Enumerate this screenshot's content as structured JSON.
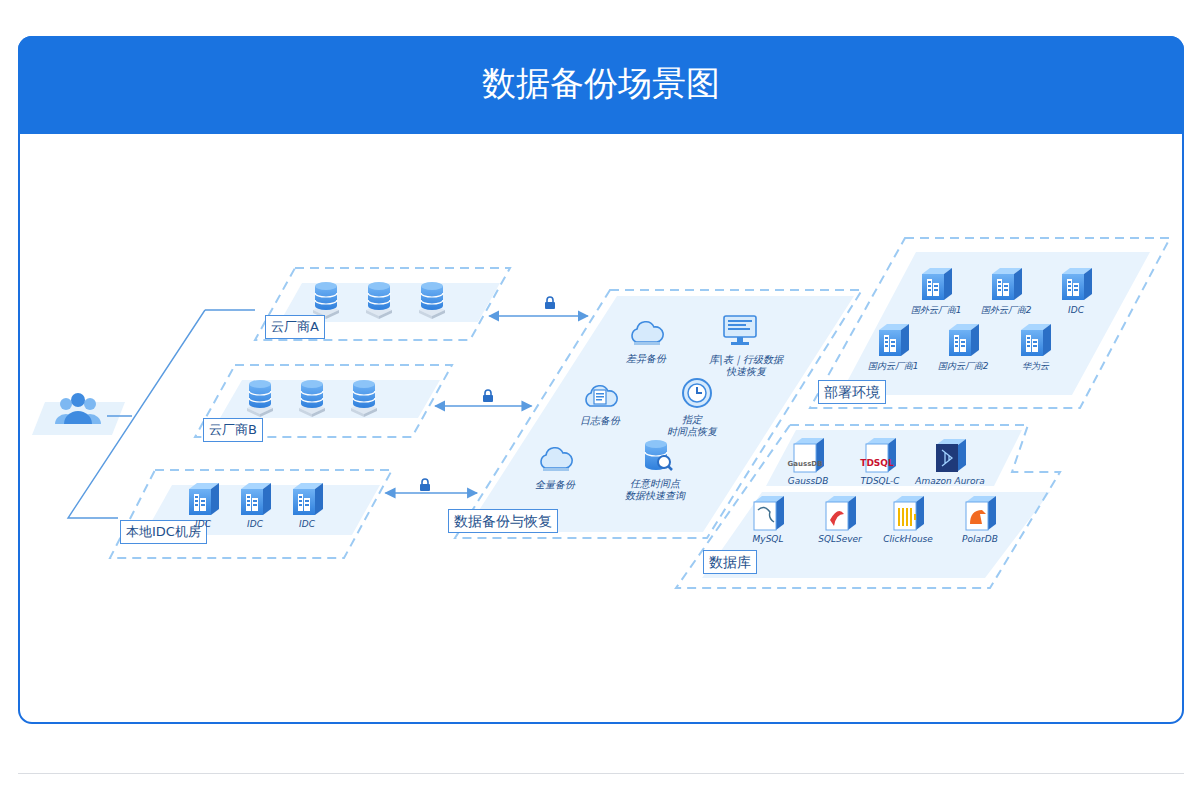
{
  "diagram": {
    "title": "数据备份场景图",
    "nodes": [
      {
        "text": [
          "云厂商A"
        ]
      },
      {
        "text": [
          "云厂商B"
        ]
      },
      {
        "text": [
          "本地IDC机房"
        ]
      },
      {
        "text": [
          "IDC"
        ],
        "in": 2
      },
      {
        "text": [
          "IDC"
        ],
        "in": 2
      },
      {
        "text": [
          "IDC"
        ],
        "in": 2
      },
      {
        "text": [
          "数据备份与恢复"
        ]
      },
      {
        "text": [
          "差异备份"
        ],
        "in": 6
      },
      {
        "text": [
          "库|表｜行级数据 快速恢复"
        ],
        "in": 6
      },
      {
        "text": [
          "日志备份"
        ],
        "in": 6
      },
      {
        "text": [
          "指定 时间点恢复"
        ],
        "in": 6
      },
      {
        "text": [
          "全量备份"
        ],
        "in": 6
      },
      {
        "text": [
          "任意时间点 数据快速查询"
        ],
        "in": 6
      },
      {
        "text": [
          "部署环境"
        ]
      },
      {
        "text": [
          "国外云厂商1"
        ],
        "in": 13
      },
      {
        "text": [
          "国外云厂商2"
        ],
        "in": 13
      },
      {
        "text": [
          "IDC"
        ],
        "in": 13
      },
      {
        "text": [
          "国内云厂商1"
        ],
        "in": 13
      },
      {
        "text": [
          "国内云厂商2"
        ],
        "in": 13
      },
      {
        "text": [
          "华为云"
        ],
        "in": 13
      },
      {
        "text": [
          "数据库"
        ]
      },
      {
        "text": [
          "GaussDB"
        ],
        "in": 20
      },
      {
        "text": [
          "TDSQL-C"
        ],
        "in": 20
      },
      {
        "text": [
          "Amazon Aurora"
        ],
        "in": 20
      },
      {
        "text": [
          "MySQL"
        ],
        "in": 20
      },
      {
        "text": [
          "SQLSever"
        ],
        "in": 20
      },
      {
        "text": [
          "ClickHouse"
        ],
        "in": 20
      },
      {
        "text": [
          "PolarDB"
        ],
        "in": 20
      }
    ],
    "edges": [
      {
        "from": 0,
        "to": 6,
        "arrow": "both"
      },
      {
        "from": 1,
        "to": 6,
        "arrow": "both"
      },
      {
        "from": 2,
        "to": 6,
        "arrow": "both"
      }
    ],
    "labels": [
      "GaussDB",
      "TDSQL"
    ]
  }
}
